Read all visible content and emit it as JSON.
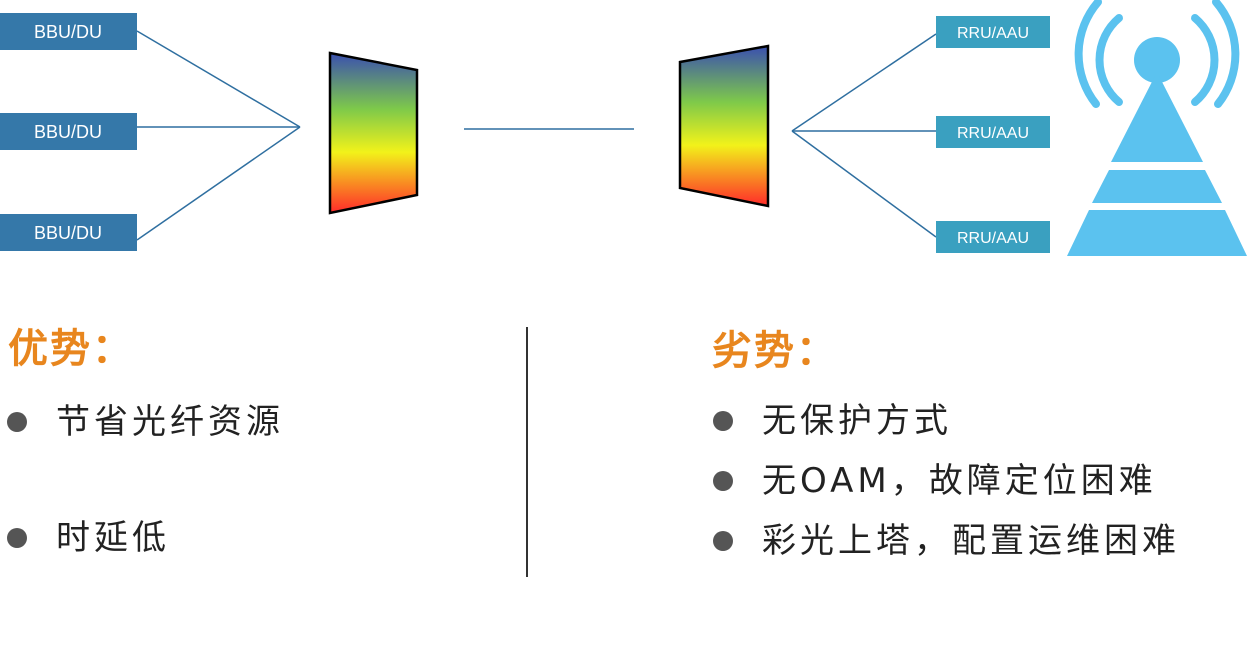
{
  "colors": {
    "bbu_box": "#3578a9",
    "rru_box": "#3aa0c0",
    "tower": "#5bc2ef",
    "connector_line": "#2f6fa0",
    "heading": "#e8861e",
    "bullet_text": "#222222",
    "bullet_dot": "#555555",
    "mux_gradient": [
      "#3a4fb0",
      "#7ec94a",
      "#f2f21a",
      "#ff2a2a"
    ]
  },
  "diagram": {
    "bbu_boxes": [
      {
        "label": "BBU/DU"
      },
      {
        "label": "BBU/DU"
      },
      {
        "label": "BBU/DU"
      }
    ],
    "rru_boxes": [
      {
        "label": "RRU/AAU"
      },
      {
        "label": "RRU/AAU"
      },
      {
        "label": "RRU/AAU"
      }
    ],
    "icons": {
      "left_mux": "wavelength-mux-icon",
      "right_mux": "wavelength-demux-icon",
      "tower": "cell-tower-icon"
    }
  },
  "advantages": {
    "title": "优势：",
    "items": [
      "节省光纤资源",
      "时延低"
    ]
  },
  "disadvantages": {
    "title": "劣势：",
    "items": [
      "无保护方式",
      "无OAM，故障定位困难",
      "彩光上塔，配置运维困难"
    ]
  }
}
